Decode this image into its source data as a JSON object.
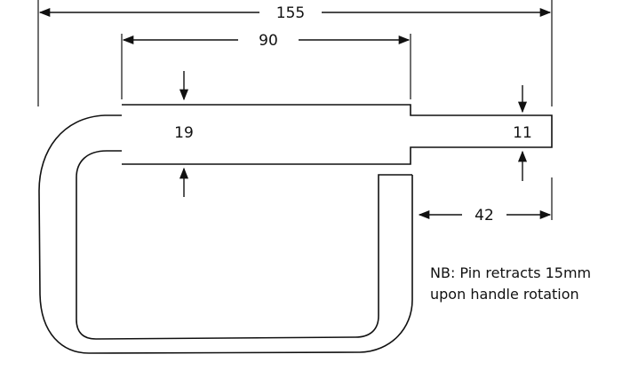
{
  "dimensions": {
    "overall_length": "155",
    "body_length": "90",
    "body_diameter": "19",
    "pin_diameter": "11",
    "pin_length": "42"
  },
  "note": {
    "line1": "NB: Pin retracts 15mm",
    "line2": "upon handle rotation"
  }
}
